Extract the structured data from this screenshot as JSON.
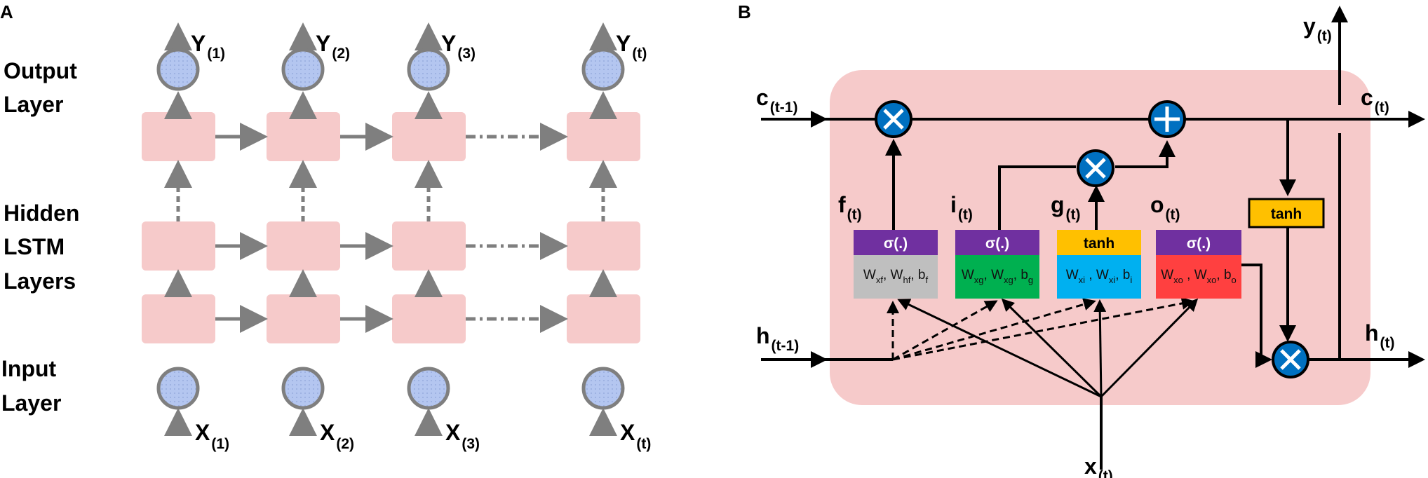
{
  "panels": {
    "a": "A",
    "b": "B"
  },
  "panel_a": {
    "layer_labels": {
      "output": [
        "Output",
        "Layer"
      ],
      "hidden": [
        "Hidden",
        "LSTM",
        "Layers"
      ],
      "input": [
        "Input",
        "Layer"
      ]
    },
    "outputs": [
      {
        "sym": "Y",
        "sub": "(1)"
      },
      {
        "sym": "Y",
        "sub": "(2)"
      },
      {
        "sym": "Y",
        "sub": "(3)"
      },
      {
        "sym": "Y",
        "sub": "(t)"
      }
    ],
    "inputs": [
      {
        "sym": "X",
        "sub": "(1)"
      },
      {
        "sym": "X",
        "sub": "(2)"
      },
      {
        "sym": "X",
        "sub": "(3)"
      },
      {
        "sym": "X",
        "sub": "(t)"
      }
    ]
  },
  "panel_b": {
    "signals": {
      "c_prev": {
        "sym": "c",
        "sub": "(t-1)"
      },
      "c_out": {
        "sym": "c",
        "sub": "(t)"
      },
      "h_prev": {
        "sym": "h",
        "sub": "(t-1)"
      },
      "h_out": {
        "sym": "h",
        "sub": "(t)"
      },
      "y_out": {
        "sym": "y",
        "sub": "(t)"
      },
      "x_in": {
        "sym": "x",
        "sub": "(t)"
      }
    },
    "gates": [
      {
        "sym": "f",
        "sub": "(t)",
        "activation": "σ(.)",
        "weights": [
          {
            "t": "W",
            "s": "xf"
          },
          {
            "t": ", W",
            "s": "hf"
          },
          {
            "t": ", b",
            "s": "f"
          }
        ],
        "header_color": "#7030a0",
        "body_color": "#bfbfbf"
      },
      {
        "sym": "i",
        "sub": "(t)",
        "activation": "σ(.)",
        "weights": [
          {
            "t": "W",
            "s": "xg"
          },
          {
            "t": ", W",
            "s": "xg"
          },
          {
            "t": ", b",
            "s": "g"
          }
        ],
        "header_color": "#7030a0",
        "body_color": "#00b050"
      },
      {
        "sym": "g",
        "sub": "(t)",
        "activation": "tanh",
        "weights": [
          {
            "t": "W",
            "s": "xi"
          },
          {
            "t": " , W",
            "s": "xi"
          },
          {
            "t": ", b",
            "s": "i"
          }
        ],
        "header_color": "#ffc000",
        "body_color": "#00b0f0"
      },
      {
        "sym": "o",
        "sub": "(t)",
        "activation": "σ(.)",
        "weights": [
          {
            "t": "W",
            "s": "xo"
          },
          {
            "t": " , W",
            "s": "xo"
          },
          {
            "t": ", b",
            "s": "o"
          }
        ],
        "header_color": "#7030a0",
        "body_color": "#ff4040"
      }
    ],
    "tanh_box": "tanh",
    "colors": {
      "cell_bg": "#f6caca",
      "op_fill": "#0070c0",
      "hidden_box": "#f6caca",
      "neuron": "#b4c6f0"
    }
  }
}
